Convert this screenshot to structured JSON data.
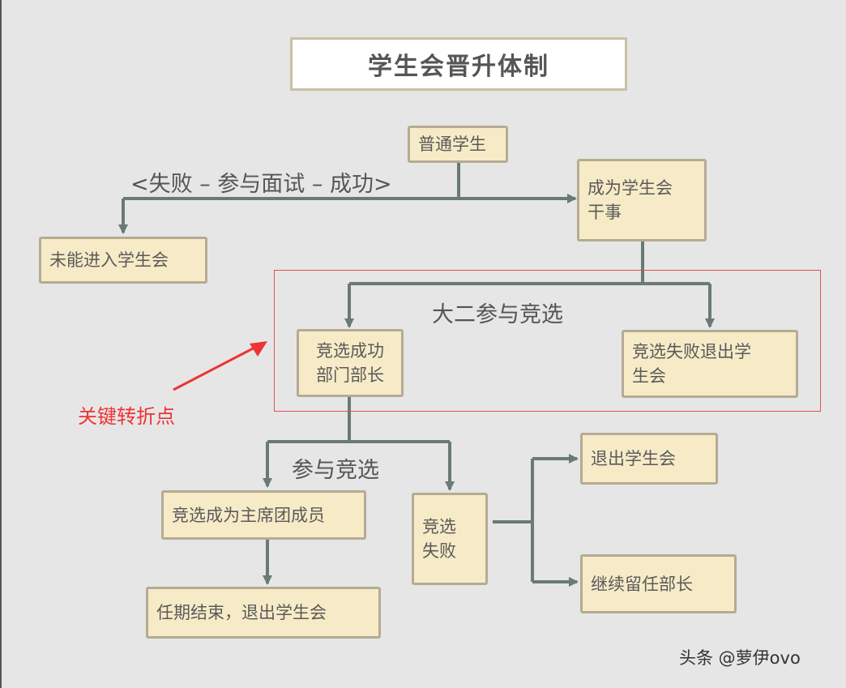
{
  "title": "学生会晋升体制",
  "nodes": {
    "ordinary_student": "普通学生",
    "become_officer": "成为学生会\n干事",
    "not_admitted": "未能进入学生会",
    "election_success": "竞选成功\n部门部长",
    "election_fail_exit": "竞选失败退出学\n生会",
    "presidium_member": "竞选成为主席团成员",
    "term_end_exit": "任期结束，退出学生会",
    "election_fail": "竞选\n失败",
    "exit_union": "退出学生会",
    "continue_minister": "继续留任部长"
  },
  "labels": {
    "interview": "<失败 – 参与面试 – 成功>",
    "sophomore_election": "大二参与竞选",
    "join_election": "参与竞选"
  },
  "annotation": "关键转折点",
  "watermark": "头条 @萝伊ovo",
  "colors": {
    "box_fill": "#f7ebc7",
    "box_border": "#b5ab94",
    "connector": "#6a7a76",
    "annotation": "#ee3333",
    "title_border": "#c9bfa5"
  }
}
